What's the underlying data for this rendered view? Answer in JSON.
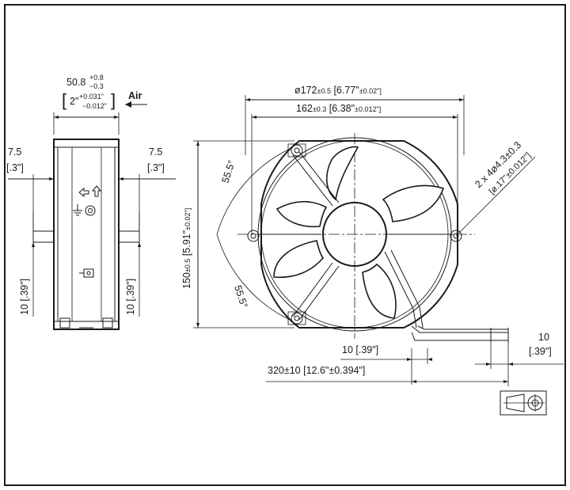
{
  "drawing": {
    "border_color": "#1a1a1a",
    "side_view": {
      "depth_main": "50.8",
      "depth_tol_plus": "+0.8",
      "depth_tol_minus": "−0.3",
      "depth_inch_bracket_open": "[",
      "depth_inch": "2\"",
      "depth_inch_tol_plus": "+0.031\"",
      "depth_inch_tol_minus": "−0.012\"",
      "depth_inch_bracket_close": "]",
      "airflow_label": "Air",
      "left_offset_mm": "7.5",
      "left_offset_in": "[.3\"]",
      "right_offset_mm": "7.5",
      "right_offset_in": "[.3\"]",
      "left_tab_mm": "10",
      "left_tab_in": "[.39\"]",
      "right_tab_mm": "10",
      "right_tab_in": "[.39\"]"
    },
    "front_view": {
      "outer_diameter": "ø172",
      "outer_diameter_tol": "±0.5",
      "outer_diameter_in": "[6.77\"",
      "outer_diameter_in_tol": "±0.02\"]",
      "hole_spacing": "162",
      "hole_spacing_tol": "±0.3",
      "hole_spacing_in": "[6.38\"",
      "hole_spacing_in_tol": "±0.012\"]",
      "height": "150",
      "height_tol": "±0.5",
      "height_in": "[5.91\"",
      "height_in_tol": "±0.02\"]",
      "angle_top": "55.5°",
      "angle_bottom": "55.5°",
      "holes_line1": "2 x 4ø4.3±0.3",
      "holes_line2": "[ø.17\"±0.012\"]",
      "lead_strip_mm": "10",
      "lead_strip_in": "[.39\"]",
      "lead_tip_mm": "10",
      "lead_tip_in": "[.39\"]",
      "lead_length": "320±10",
      "lead_length_in": "[12.6\"±0.394\"]"
    },
    "symbols": {
      "projection": "third-angle-projection-symbol",
      "airflow_arrow": "arrow-left-icon",
      "rotation_arrow": "arrow-up-icon",
      "ground": "ground-icon",
      "terminal": "terminal-icon"
    }
  }
}
